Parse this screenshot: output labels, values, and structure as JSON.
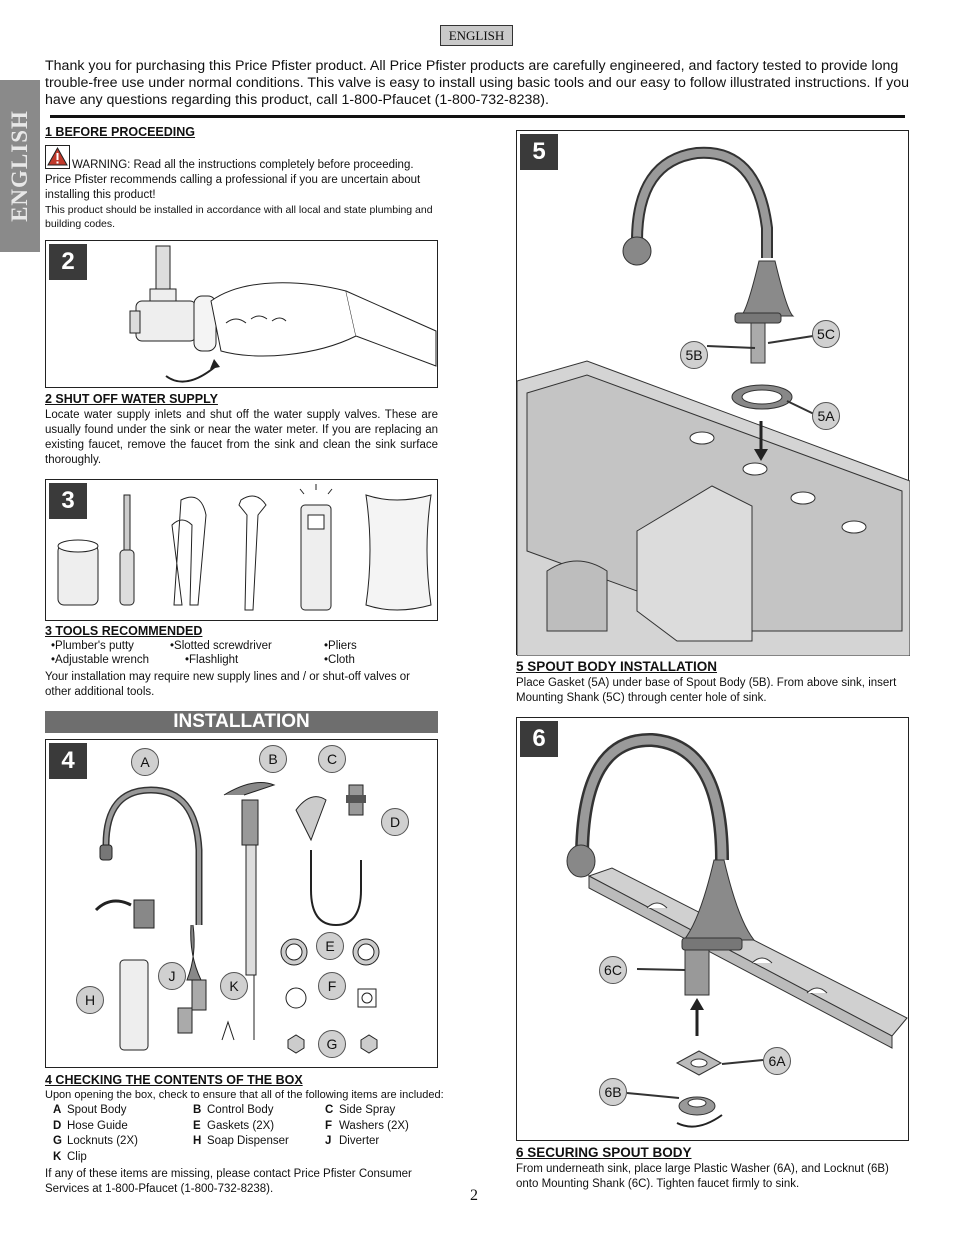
{
  "language_badge": "ENGLISH",
  "side_tab": "ENGLISH",
  "intro": "Thank you for purchasing this Price Pfister product.  All Price Pfister products are carefully engineered, and factory tested to provide long trouble-free use under normal conditions.  This valve is easy to install using basic tools and our easy to follow illustrated instructions.  If you have any questions regarding this product, call 1-800-Pfaucet (1-800-732-8238).",
  "section1": {
    "heading": "1   BEFORE PROCEEDING",
    "warning": "WARNING: Read all the instructions completely before proceeding. Price Pfister recommends calling a professional if you are uncertain about installing this product!",
    "note": "This product should be installed in accordance with all local and state plumbing and building codes."
  },
  "figures": {
    "fig2": "2",
    "fig3": "3",
    "fig4": "4",
    "fig5": "5",
    "fig6": "6"
  },
  "section2": {
    "heading": "2  SHUT OFF WATER SUPPLY",
    "text": "Locate water supply inlets and shut off the water supply valves.  These are usually found under the sink or near the water meter.  If you are replacing an existing faucet, remove the faucet from the sink and clean the sink surface thoroughly."
  },
  "section3": {
    "heading": "3  TOOLS RECOMMENDED",
    "tools": [
      "•Plumber's putty",
      "•Slotted screwdriver",
      "•Pliers",
      "•Adjustable wrench",
      "•Flashlight",
      "•Cloth"
    ],
    "note": "Your installation may require new supply lines and / or shut-off valves or other additional tools."
  },
  "installation_title": "INSTALLATION",
  "fig4_labels": {
    "A": "A",
    "B": "B",
    "C": "C",
    "D": "D",
    "E": "E",
    "F": "F",
    "G": "G",
    "H": "H",
    "J": "J",
    "K": "K"
  },
  "section4": {
    "heading": "4  CHECKING THE CONTENTS OF THE BOX",
    "intro": "Upon opening the box, check to ensure that all of the following items are included:",
    "items": [
      {
        "key": "A",
        "label": "Spout Body"
      },
      {
        "key": "B",
        "label": "Control Body"
      },
      {
        "key": "C",
        "label": "Side Spray"
      },
      {
        "key": "D",
        "label": "Hose Guide"
      },
      {
        "key": "E",
        "label": "Gaskets (2X)"
      },
      {
        "key": "F",
        "label": "Washers (2X)"
      },
      {
        "key": "G",
        "label": "Locknuts (2X)"
      },
      {
        "key": "H",
        "label": "Soap Dispenser"
      },
      {
        "key": "J",
        "label": "Diverter"
      },
      {
        "key": "K",
        "label": "Clip"
      }
    ],
    "note": "If any of these items are missing, please contact Price Pfister Consumer Services at 1-800-Pfaucet (1-800-732-8238)."
  },
  "fig5_labels": {
    "c": "5C",
    "b": "5B",
    "a": "5A"
  },
  "section5": {
    "heading": "5  SPOUT BODY INSTALLATION",
    "text": "Place Gasket (5A) under base of Spout Body (5B).  From above sink, insert Mounting Shank (5C) through center hole of sink."
  },
  "fig6_labels": {
    "c": "6C",
    "a": "6A",
    "b": "6B"
  },
  "section6": {
    "heading": "6  SECURING SPOUT BODY",
    "text": "From underneath sink, place large Plastic Washer (6A), and Locknut (6B) onto Mounting Shank (6C).  Tighten faucet firmly to sink."
  },
  "page_number": "2"
}
